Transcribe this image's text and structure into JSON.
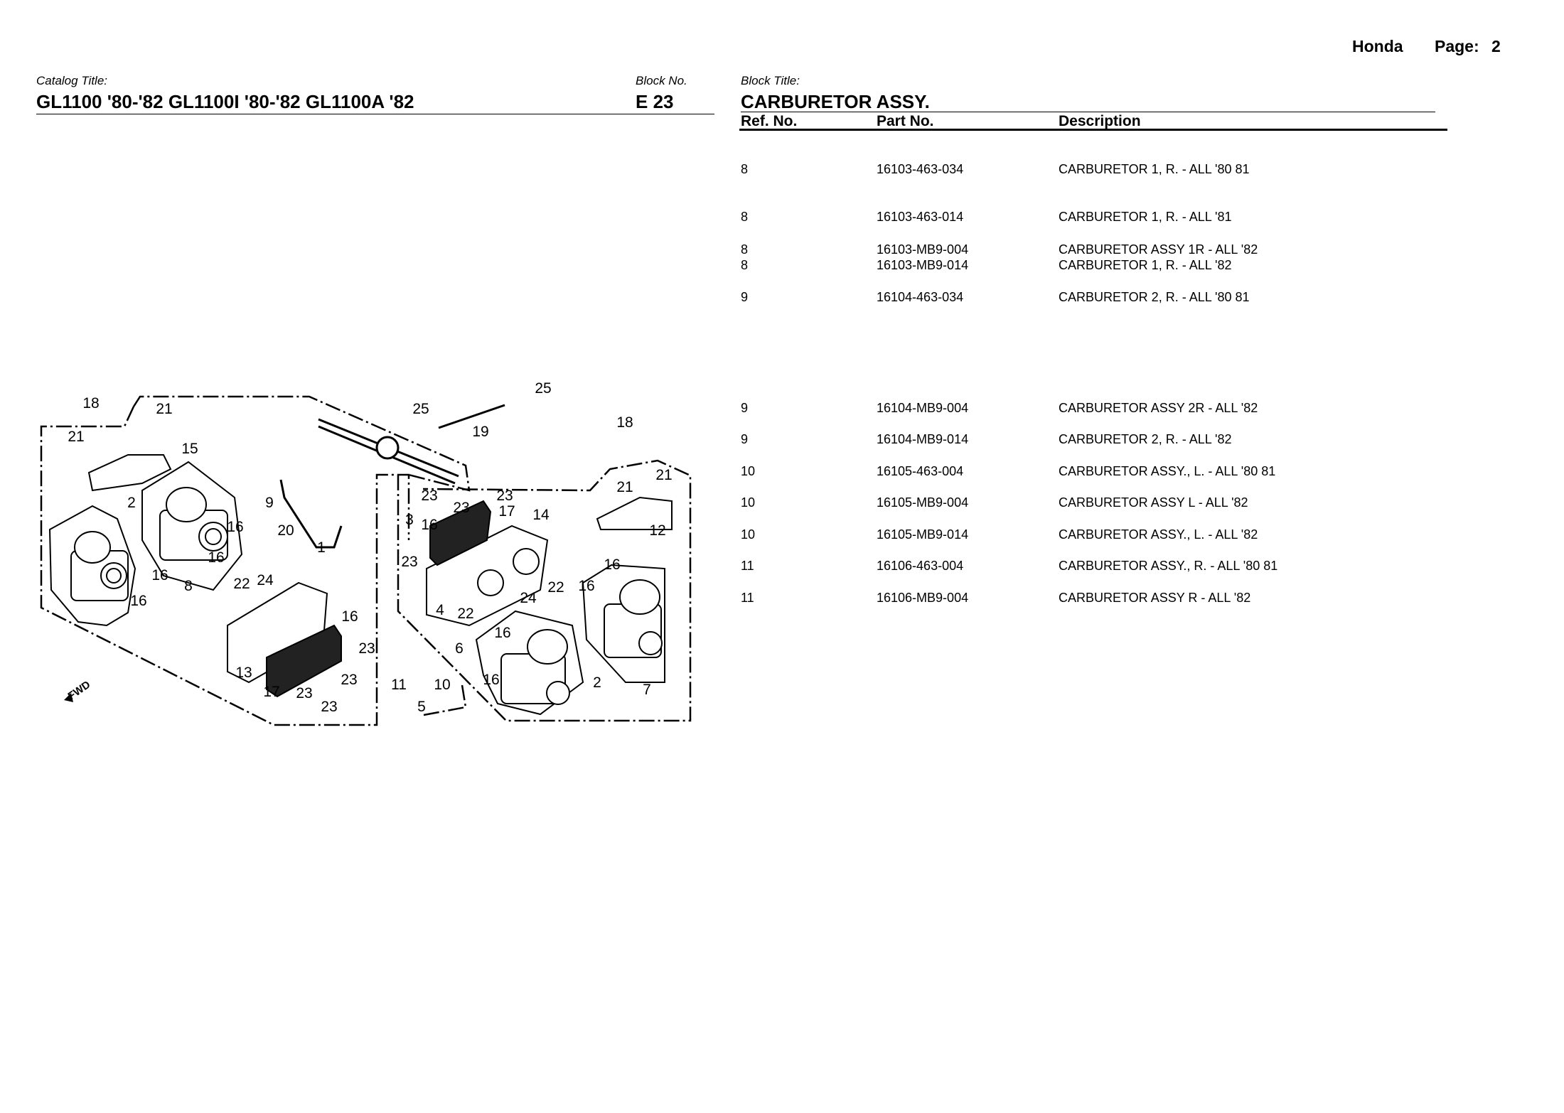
{
  "header": {
    "brand": "Honda",
    "page_label": "Page:",
    "page_number": "2"
  },
  "catalog": {
    "label": "Catalog Title:",
    "title": "GL1100 '80-'82 GL1100I '80-'82 GL1100A '82"
  },
  "block_no": {
    "label": "Block No.",
    "value": "E 23"
  },
  "block_title": {
    "label": "Block Title:",
    "value": "CARBURETOR ASSY."
  },
  "table": {
    "columns": [
      "Ref. No.",
      "Part No.",
      "Description"
    ],
    "rows": [
      {
        "ref": "8",
        "part": "16103-463-034",
        "desc": "CARBURETOR 1, R.  - ALL '80 81"
      },
      {
        "ref": "8",
        "part": "16103-463-014",
        "desc": "CARBURETOR 1, R.  - ALL '81"
      },
      {
        "ref": "8",
        "part": "16103-MB9-004",
        "desc": "CARBURETOR ASSY 1R  - ALL '82"
      },
      {
        "ref": "8",
        "part": "16103-MB9-014",
        "desc": "CARBURETOR 1, R. - ALL '82"
      },
      {
        "ref": "9",
        "part": "16104-463-034",
        "desc": "CARBURETOR 2, R. - ALL '80 81"
      },
      {
        "ref": "9",
        "part": "16104-MB9-004",
        "desc": "CARBURETOR ASSY 2R - ALL '82"
      },
      {
        "ref": "9",
        "part": "16104-MB9-014",
        "desc": "CARBURETOR 2, R. - ALL '82"
      },
      {
        "ref": "10",
        "part": "16105-463-004",
        "desc": "CARBURETOR ASSY., L. - ALL '80 81"
      },
      {
        "ref": "10",
        "part": "16105-MB9-004",
        "desc": "CARBURETOR ASSY L - ALL '82"
      },
      {
        "ref": "10",
        "part": "16105-MB9-014",
        "desc": "CARBURETOR ASSY., L. - ALL '82"
      },
      {
        "ref": "11",
        "part": "16106-463-004",
        "desc": "CARBURETOR ASSY., R. - ALL '80 81"
      },
      {
        "ref": "11",
        "part": "16106-MB9-004",
        "desc": "CARBURETOR ASSY R - ALL '82"
      }
    ]
  },
  "diagram": {
    "fwd_label": "FWD",
    "callouts": [
      "18",
      "21",
      "21",
      "15",
      "25",
      "25",
      "19",
      "18",
      "9",
      "2",
      "16",
      "16",
      "20",
      "1",
      "22",
      "24",
      "16",
      "8",
      "16",
      "16",
      "13",
      "17",
      "23",
      "23",
      "23",
      "23",
      "11",
      "10",
      "5",
      "23",
      "23",
      "23",
      "17",
      "14",
      "3",
      "16",
      "23",
      "4",
      "22",
      "24",
      "22",
      "21",
      "21",
      "12",
      "16",
      "16",
      "16",
      "6",
      "16",
      "2",
      "7"
    ]
  }
}
